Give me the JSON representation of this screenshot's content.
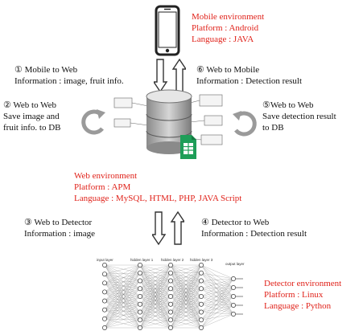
{
  "mobile_env": {
    "title": "Mobile environment",
    "platform": "Platform : Android",
    "language": "Language : JAVA"
  },
  "step1": {
    "title": "① Mobile to Web",
    "info": "Information : image, fruit info."
  },
  "step6": {
    "title": "⑥ Web to Mobile",
    "info": "Information : Detection result"
  },
  "step2": {
    "title": "② Web to Web",
    "line2": "Save image and",
    "line3": "fruit info. to DB"
  },
  "step5": {
    "title": "⑤Web to Web",
    "line2": "Save detection result",
    "line3": "to DB"
  },
  "web_env": {
    "title": "Web environment",
    "platform": "Platform : APM",
    "language": "Language : MySQL, HTML, PHP, JAVA Script"
  },
  "step3": {
    "title": "③ Web to Detector",
    "info": "Information : image"
  },
  "step4": {
    "title": "④ Detector to Web",
    "info": "Information : Detection result"
  },
  "nn_labels": {
    "input": "input layer",
    "hidden1": "hidden layer 1",
    "hidden2": "hidden layer 2",
    "hidden3": "hidden layer 3",
    "output": "output layer"
  },
  "detector_env": {
    "title": "Detector environment",
    "platform": "Platform : Linux",
    "language": "Language : Python"
  },
  "colors": {
    "env_text": "#e0221a",
    "body_text": "#111111",
    "sheet_icon": "#1e9e58"
  }
}
